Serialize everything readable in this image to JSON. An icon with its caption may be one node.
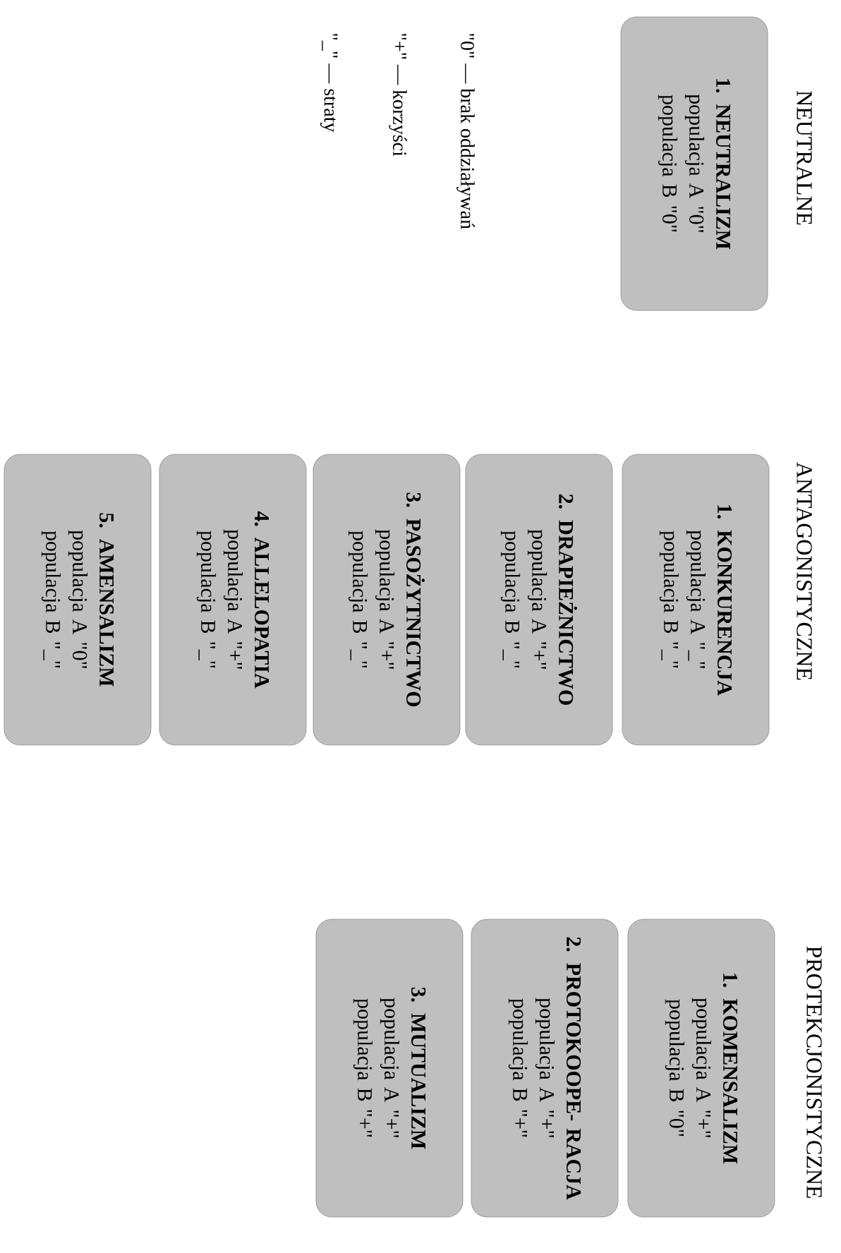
{
  "diagram": {
    "nodes": [
      {
        "text": [
          "1. NEUTRALIZM",
          "populacja A \"0\"",
          "populacja B \"0\""
        ]
      },
      {
        "text": [
          "1. KONKURENCJA",
          "populacja A \"_\"",
          "populacja B \"_\""
        ]
      },
      {
        "text": [
          "2. DRAPIEŻNICTWO",
          "populacja A \"+\"",
          "populacja B \"_\""
        ]
      },
      {
        "text": [
          "3. PASOŻYTNICTWO",
          "populacja A \"+\"",
          "populacja B \"_\""
        ]
      },
      {
        "text": [
          "4. ALLELOPATIA",
          "populacja A \"+\"",
          "populacja B \"_\""
        ]
      },
      {
        "text": [
          "5. AMENSALIZM",
          "populacja A \"0\"",
          "populacja B \"_\""
        ]
      },
      {
        "text": [
          "1. KOMENSALIZM",
          "populacja A \"+\"",
          "populacja B \"0\""
        ]
      },
      {
        "text": [
          "2. PROTOKOOPE- RACJA",
          "populacja A \"+\"",
          "populacja B \"+\""
        ]
      },
      {
        "text": [
          "3. MUTUALIZM",
          "populacja A \"+\"",
          "populacja B \"+\""
        ]
      }
    ],
    "labels": [
      "NEUTRALNE",
      "ANTAGONISTYCZNE",
      "PROTEKCJONISTYCZNE",
      "\"0\" — brak oddziaływań",
      "\"+\" — korzyści",
      "\"_\" — straty"
    ]
  }
}
